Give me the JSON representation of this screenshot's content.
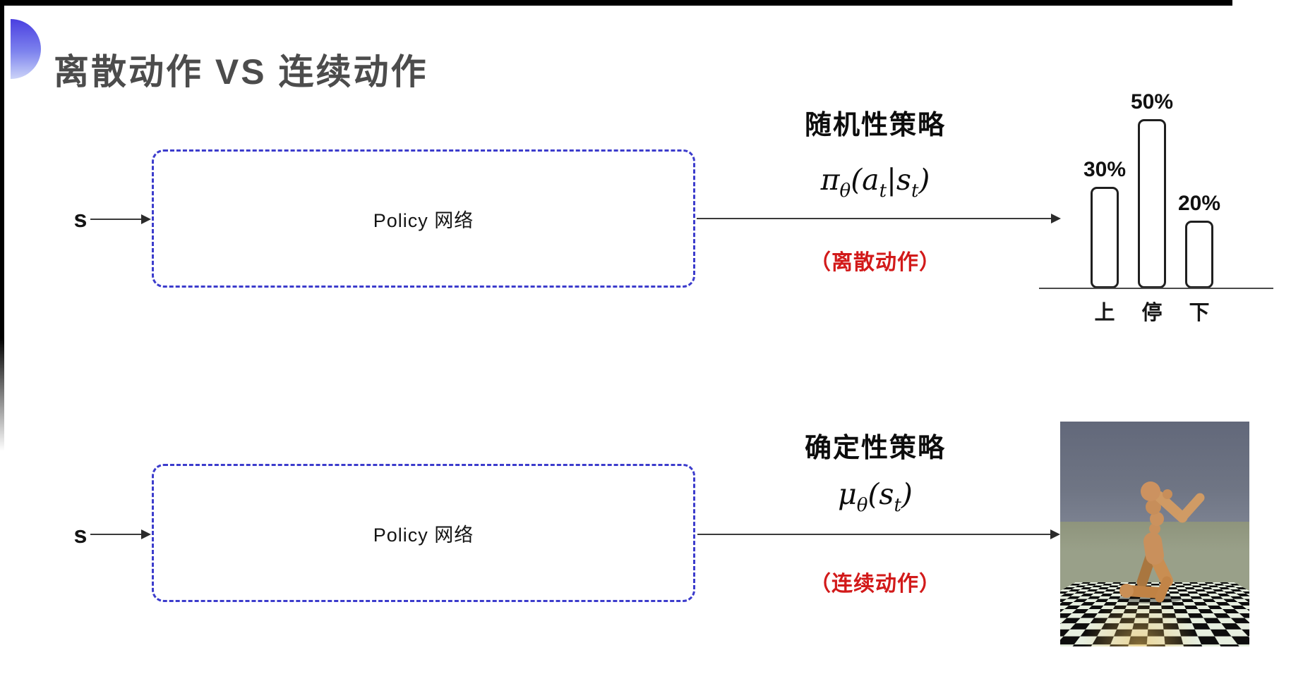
{
  "title": "离散动作 VS 连续动作",
  "discrete": {
    "input_label": "s",
    "box_label": "Policy 网络",
    "policy_name": "随机性策略",
    "formula": {
      "lead": "π",
      "lead_sub": "θ",
      "open": "(a",
      "sub1": "t",
      "mid": "|s",
      "sub2": "t",
      "close": ")"
    },
    "action_type": "（离散动作）"
  },
  "continuous": {
    "input_label": "s",
    "box_label": "Policy 网络",
    "policy_name": "确定性策略",
    "formula": {
      "lead": "μ",
      "lead_sub": "θ",
      "open": "(s",
      "sub1": "t",
      "close": ")"
    },
    "action_type": "（连续动作）"
  },
  "chart_data": {
    "type": "bar",
    "categories": [
      "上",
      "停",
      "下"
    ],
    "values": [
      30,
      50,
      20
    ],
    "value_labels": [
      "30%",
      "50%",
      "20%"
    ],
    "title": "",
    "xlabel": "",
    "ylabel": "",
    "ylim": [
      0,
      50
    ],
    "grid": false,
    "legend": false
  },
  "scene": {
    "description": "MuJoCo humanoid running on checkerboard floor",
    "sky_color": "#6f7584",
    "floor_light": "#e6eedf",
    "floor_dark": "#0d0d0d",
    "body_color": "#c9905c"
  },
  "colors": {
    "accent_top": "#4a3fe0",
    "accent_bottom": "#ccd4f8",
    "box_border": "#3c3ccc",
    "action_red": "#d21a1a",
    "title_gray": "#4c4c4c"
  }
}
